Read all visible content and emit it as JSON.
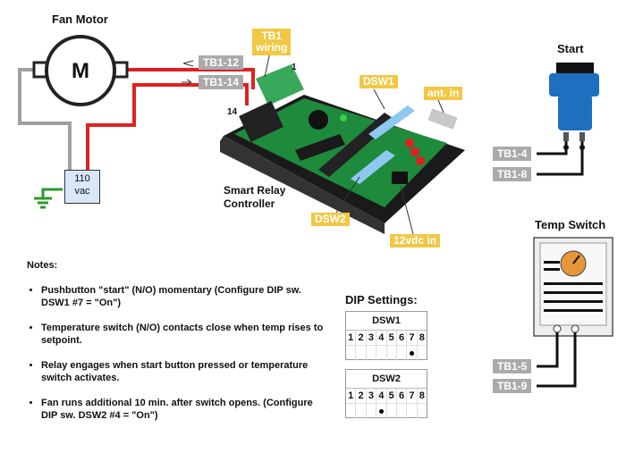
{
  "motor": {
    "title": "Fan Motor",
    "letter": "M"
  },
  "power": {
    "line1": "110",
    "line2": "vac"
  },
  "wire_tags": {
    "tb1_12": "TB1-12",
    "tb1_14": "TB1-14",
    "tb1_4": "TB1-4",
    "tb1_8": "TB1-8",
    "tb1_5": "TB1-5",
    "tb1_9": "TB1-9"
  },
  "board": {
    "tb1_wiring_line1": "TB1",
    "tb1_wiring_line2": "wiring",
    "pin1": "1",
    "pin14": "14",
    "dsw1": "DSW1",
    "ant_in": "ant. in",
    "dsw2": "DSW2",
    "power_in": "12vdc in",
    "name_line1": "Smart Relay",
    "name_line2": "Controller"
  },
  "start": {
    "title": "Start"
  },
  "temp_switch": {
    "title": "Temp Switch"
  },
  "notes": {
    "heading": "Notes:",
    "items": [
      "Pushbutton \"start\" (N/O) momentary (Configure DIP sw. DSW1 #7 = \"On\")",
      "Temperature switch (N/O) contacts close when temp rises to setpoint.",
      "Relay engages when start button pressed or temperature switch activates.",
      "Fan runs additional 10 min. after switch opens. (Configure DIP sw. DSW2 #4 = \"On\")"
    ]
  },
  "dip": {
    "title": "DIP Settings:",
    "positions": [
      "1",
      "2",
      "3",
      "4",
      "5",
      "6",
      "7",
      "8"
    ],
    "dsw1": {
      "name": "DSW1",
      "on": [
        7
      ]
    },
    "dsw2": {
      "name": "DSW2",
      "on": [
        4
      ]
    }
  },
  "colors": {
    "hot_wire": "#e02020",
    "neutral_wire": "#a0a0a0",
    "ground": "#2a9a2a",
    "tag_gray": "#aaaaaa",
    "tag_yellow": "#f2c744",
    "board_green": "#1e8a3c"
  }
}
